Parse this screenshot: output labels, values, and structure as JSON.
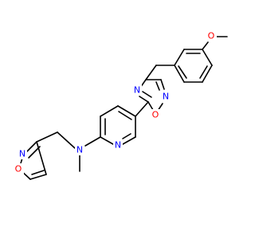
{
  "molecule": {
    "atoms": {
      "n_isox": {
        "symbol": "N",
        "color": "#0000ff"
      },
      "o_isox": {
        "symbol": "O",
        "color": "#ff0000"
      },
      "n_amine": {
        "symbol": "N",
        "color": "#0000ff"
      },
      "n_pyr": {
        "symbol": "N",
        "color": "#0000ff"
      },
      "n_oxd_top": {
        "symbol": "N",
        "color": "#0000ff"
      },
      "o_oxd": {
        "symbol": "O",
        "color": "#ff0000"
      },
      "n_oxd_bottom": {
        "symbol": "N",
        "color": "#0000ff"
      },
      "o_methoxy": {
        "symbol": "O",
        "color": "#ff0000"
      }
    }
  }
}
